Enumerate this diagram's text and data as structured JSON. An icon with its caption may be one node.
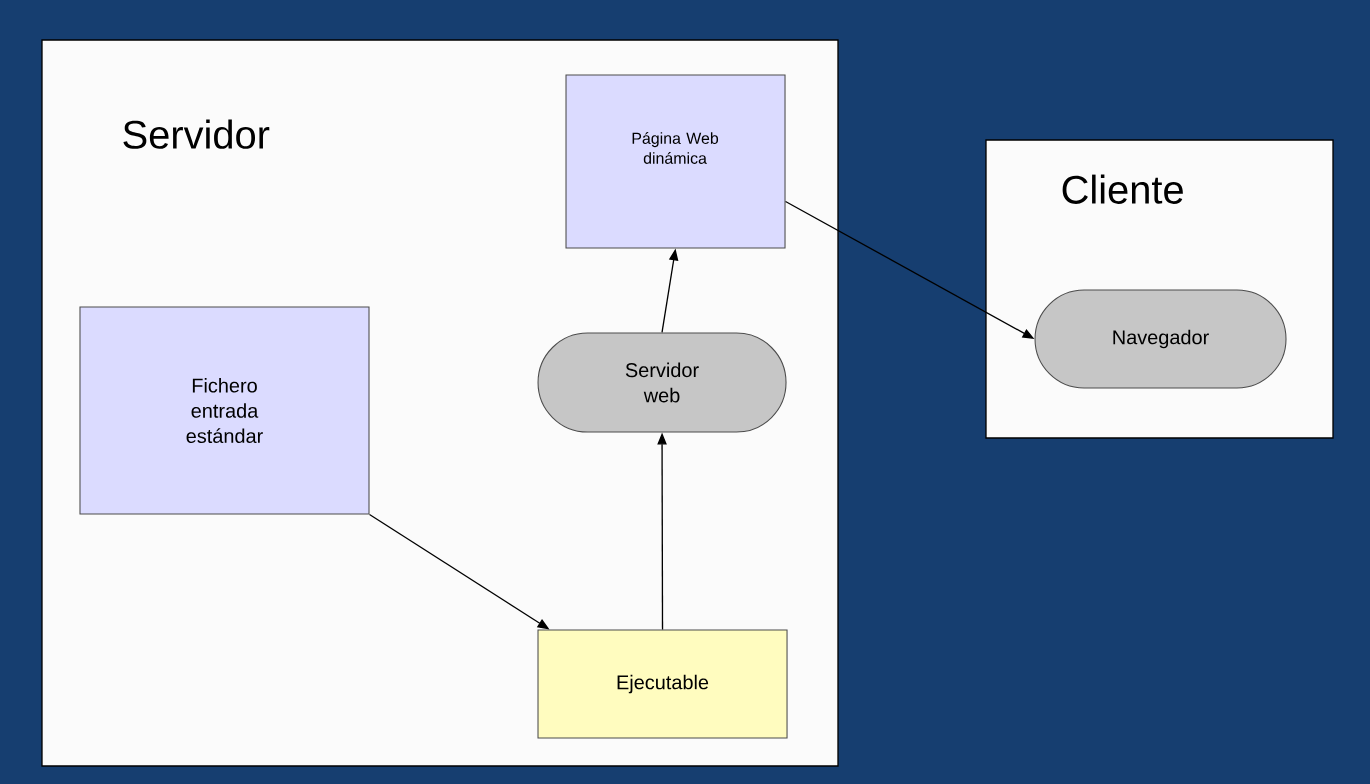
{
  "diagram": {
    "nodes": [
      {
        "text": [
          "Servidor"
        ]
      },
      {
        "text": [
          "Página Web dinámica"
        ],
        "in": 0
      },
      {
        "text": [
          "Fichero entrada estándar"
        ],
        "in": 0
      },
      {
        "text": [
          "Servidor web"
        ],
        "in": 0
      },
      {
        "text": [
          "Ejecutable"
        ],
        "in": 0
      },
      {
        "text": [
          "Cliente"
        ]
      },
      {
        "text": [
          "Navegador"
        ],
        "in": 5
      }
    ],
    "edges": [
      {
        "from": 2,
        "to": 4,
        "arrow": "to"
      },
      {
        "from": 4,
        "to": 3,
        "arrow": "to"
      },
      {
        "from": 3,
        "to": 1,
        "arrow": "to"
      },
      {
        "from": 1,
        "to": 6,
        "arrow": "to"
      }
    ]
  }
}
